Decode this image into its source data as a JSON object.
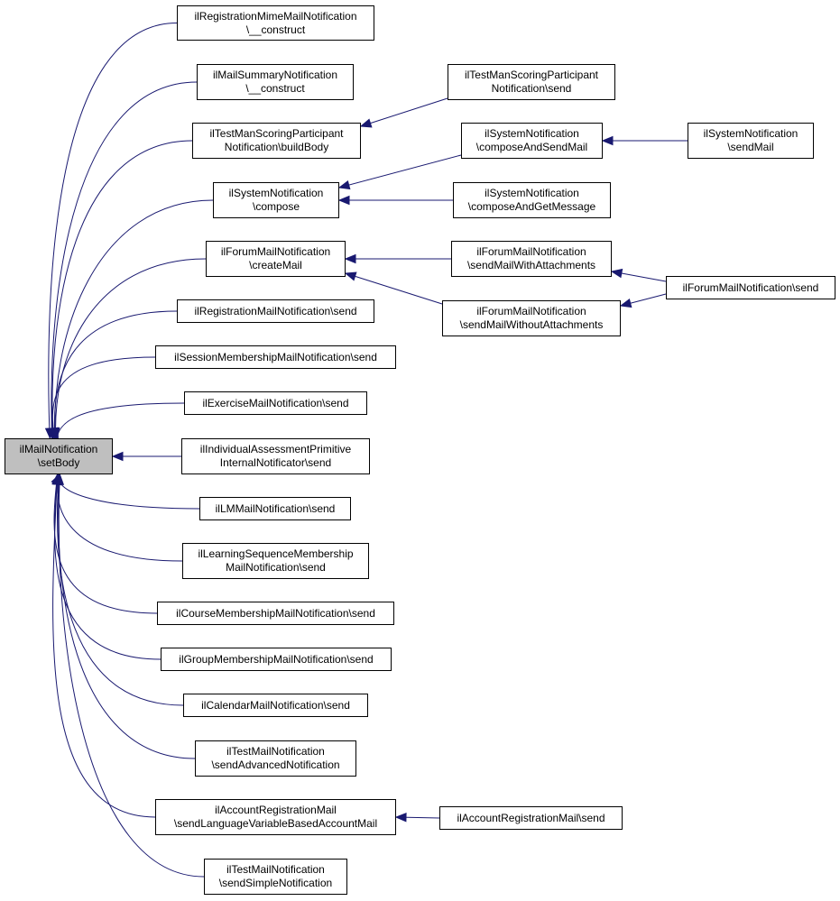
{
  "colors": {
    "edge": "#191970",
    "root_fill": "#bfbfbf",
    "node_fill": "#ffffff",
    "border": "#000000"
  },
  "nodes": [
    {
      "id": "root",
      "lines": [
        "ilMailNotification",
        "\\setBody"
      ],
      "root": true
    },
    {
      "id": "regmime",
      "lines": [
        "ilRegistrationMimeMailNotification",
        "\\__construct"
      ]
    },
    {
      "id": "mailsummary",
      "lines": [
        "ilMailSummaryNotification",
        "\\__construct"
      ]
    },
    {
      "id": "testman_bb",
      "lines": [
        "ilTestManScoringParticipant",
        "Notification\\buildBody"
      ]
    },
    {
      "id": "sysnotif_compose",
      "lines": [
        "ilSystemNotification",
        "\\compose"
      ]
    },
    {
      "id": "forum_create",
      "lines": [
        "ilForumMailNotification",
        "\\createMail"
      ]
    },
    {
      "id": "regmail_send",
      "lines": [
        "ilRegistrationMailNotification\\send"
      ]
    },
    {
      "id": "session_send",
      "lines": [
        "ilSessionMembershipMailNotification\\send"
      ]
    },
    {
      "id": "exercise_send",
      "lines": [
        "ilExerciseMailNotification\\send"
      ]
    },
    {
      "id": "iass_send",
      "lines": [
        "ilIndividualAssessmentPrimitive",
        "InternalNotificator\\send"
      ]
    },
    {
      "id": "lm_send",
      "lines": [
        "ilLMMailNotification\\send"
      ]
    },
    {
      "id": "lso_send",
      "lines": [
        "ilLearningSequenceMembership",
        "MailNotification\\send"
      ]
    },
    {
      "id": "course_send",
      "lines": [
        "ilCourseMembershipMailNotification\\send"
      ]
    },
    {
      "id": "group_send",
      "lines": [
        "ilGroupMembershipMailNotification\\send"
      ]
    },
    {
      "id": "calendar_send",
      "lines": [
        "ilCalendarMailNotification\\send"
      ]
    },
    {
      "id": "testmail_adv",
      "lines": [
        "ilTestMailNotification",
        "\\sendAdvancedNotification"
      ]
    },
    {
      "id": "accreg_lang",
      "lines": [
        "ilAccountRegistrationMail",
        "\\sendLanguageVariableBasedAccountMail"
      ]
    },
    {
      "id": "testmail_simple",
      "lines": [
        "ilTestMailNotification",
        "\\sendSimpleNotification"
      ]
    },
    {
      "id": "testman_send",
      "lines": [
        "ilTestManScoringParticipant",
        "Notification\\send"
      ]
    },
    {
      "id": "sys_composesend",
      "lines": [
        "ilSystemNotification",
        "\\composeAndSendMail"
      ]
    },
    {
      "id": "sys_composeget",
      "lines": [
        "ilSystemNotification",
        "\\composeAndGetMessage"
      ]
    },
    {
      "id": "forum_withatt",
      "lines": [
        "ilForumMailNotification",
        "\\sendMailWithAttachments"
      ]
    },
    {
      "id": "forum_withoutatt",
      "lines": [
        "ilForumMailNotification",
        "\\sendMailWithoutAttachments"
      ]
    },
    {
      "id": "sys_sendmail",
      "lines": [
        "ilSystemNotification",
        "\\sendMail"
      ]
    },
    {
      "id": "forum_send",
      "lines": [
        "ilForumMailNotification\\send"
      ]
    },
    {
      "id": "accreg_send",
      "lines": [
        "ilAccountRegistrationMail\\send"
      ]
    }
  ],
  "edges": [
    {
      "from": "regmime",
      "to": "root"
    },
    {
      "from": "mailsummary",
      "to": "root"
    },
    {
      "from": "testman_bb",
      "to": "root"
    },
    {
      "from": "sysnotif_compose",
      "to": "root"
    },
    {
      "from": "forum_create",
      "to": "root"
    },
    {
      "from": "regmail_send",
      "to": "root"
    },
    {
      "from": "session_send",
      "to": "root"
    },
    {
      "from": "exercise_send",
      "to": "root"
    },
    {
      "from": "iass_send",
      "to": "root"
    },
    {
      "from": "lm_send",
      "to": "root"
    },
    {
      "from": "lso_send",
      "to": "root"
    },
    {
      "from": "course_send",
      "to": "root"
    },
    {
      "from": "group_send",
      "to": "root"
    },
    {
      "from": "calendar_send",
      "to": "root"
    },
    {
      "from": "testmail_adv",
      "to": "root"
    },
    {
      "from": "accreg_lang",
      "to": "root"
    },
    {
      "from": "testmail_simple",
      "to": "root"
    },
    {
      "from": "testman_send",
      "to": "testman_bb"
    },
    {
      "from": "sys_composesend",
      "to": "sysnotif_compose"
    },
    {
      "from": "sys_composeget",
      "to": "sysnotif_compose"
    },
    {
      "from": "forum_withatt",
      "to": "forum_create"
    },
    {
      "from": "forum_withoutatt",
      "to": "forum_create"
    },
    {
      "from": "sys_sendmail",
      "to": "sys_composesend"
    },
    {
      "from": "forum_send",
      "to": "forum_withatt"
    },
    {
      "from": "forum_send",
      "to": "forum_withoutatt"
    },
    {
      "from": "accreg_send",
      "to": "accreg_lang"
    }
  ]
}
